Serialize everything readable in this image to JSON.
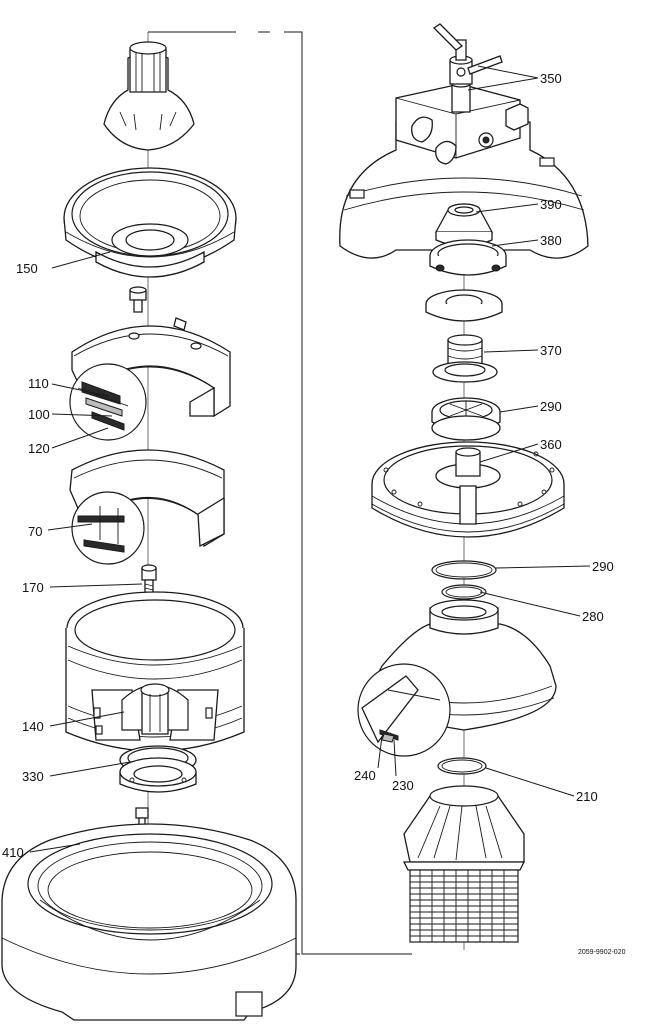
{
  "drawing_id": "2059-9902-020",
  "callouts": {
    "c150": "150",
    "c110": "110",
    "c100": "100",
    "c120": "120",
    "c70": "70",
    "c170": "170",
    "c140": "140",
    "c330": "330",
    "c410": "410",
    "c350": "350",
    "c390": "390",
    "c380": "380",
    "c370": "370",
    "c290a": "290",
    "c360": "360",
    "c290b": "290",
    "c280": "280",
    "c240": "240",
    "c230": "230",
    "c210": "210"
  }
}
